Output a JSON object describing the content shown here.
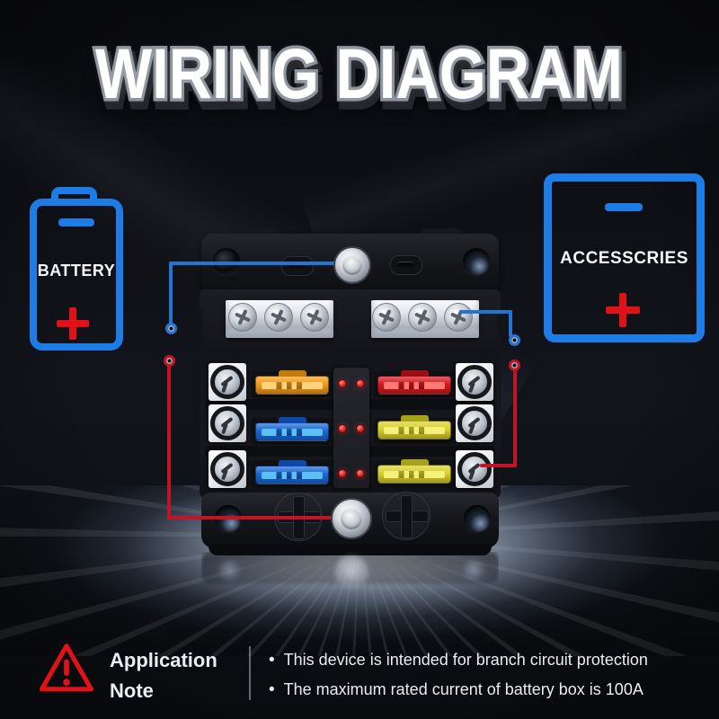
{
  "title": "WIRING DIAGRAM",
  "battery": {
    "label": "BATTERY",
    "negative_symbol": "−",
    "positive_symbol": "+"
  },
  "accessories": {
    "label": "ACCESSCRIES",
    "negative_symbol": "−",
    "positive_symbol": "+"
  },
  "fuse_block": {
    "rows": 3,
    "fuses": [
      {
        "slot": "left-1",
        "color_name": "orange"
      },
      {
        "slot": "left-2",
        "color_name": "blue"
      },
      {
        "slot": "left-3",
        "color_name": "blue"
      },
      {
        "slot": "right-1",
        "color_name": "red"
      },
      {
        "slot": "right-2",
        "color_name": "yellow"
      },
      {
        "slot": "right-3",
        "color_name": "yellow"
      }
    ],
    "indicator_leds_per_row": 2
  },
  "note": {
    "heading_line1": "Application",
    "heading_line2": "Note",
    "bullet_char": "•",
    "bullets": [
      "This device is intended for branch circuit protection",
      "The maximum rated current of battery box is 100A"
    ]
  },
  "icons": {
    "warning": "warning-triangle",
    "battery": "battery-outline",
    "negative": "minus-bar",
    "positive": "plus-cross"
  },
  "colors": {
    "accent_blue": "#1d7ce6",
    "accent_red": "#e01218",
    "wire_negative": "#2474d4",
    "wire_positive": "#c41326",
    "fuse_orange": "#f29a1a",
    "fuse_red": "#d5181f",
    "fuse_blue": "#1a66d6",
    "fuse_yellow": "#d9d02b",
    "led_red": "#d92020",
    "title_fill": "#ffffff",
    "title_outline": "#8a909a",
    "text_light": "#e9ecf0"
  }
}
